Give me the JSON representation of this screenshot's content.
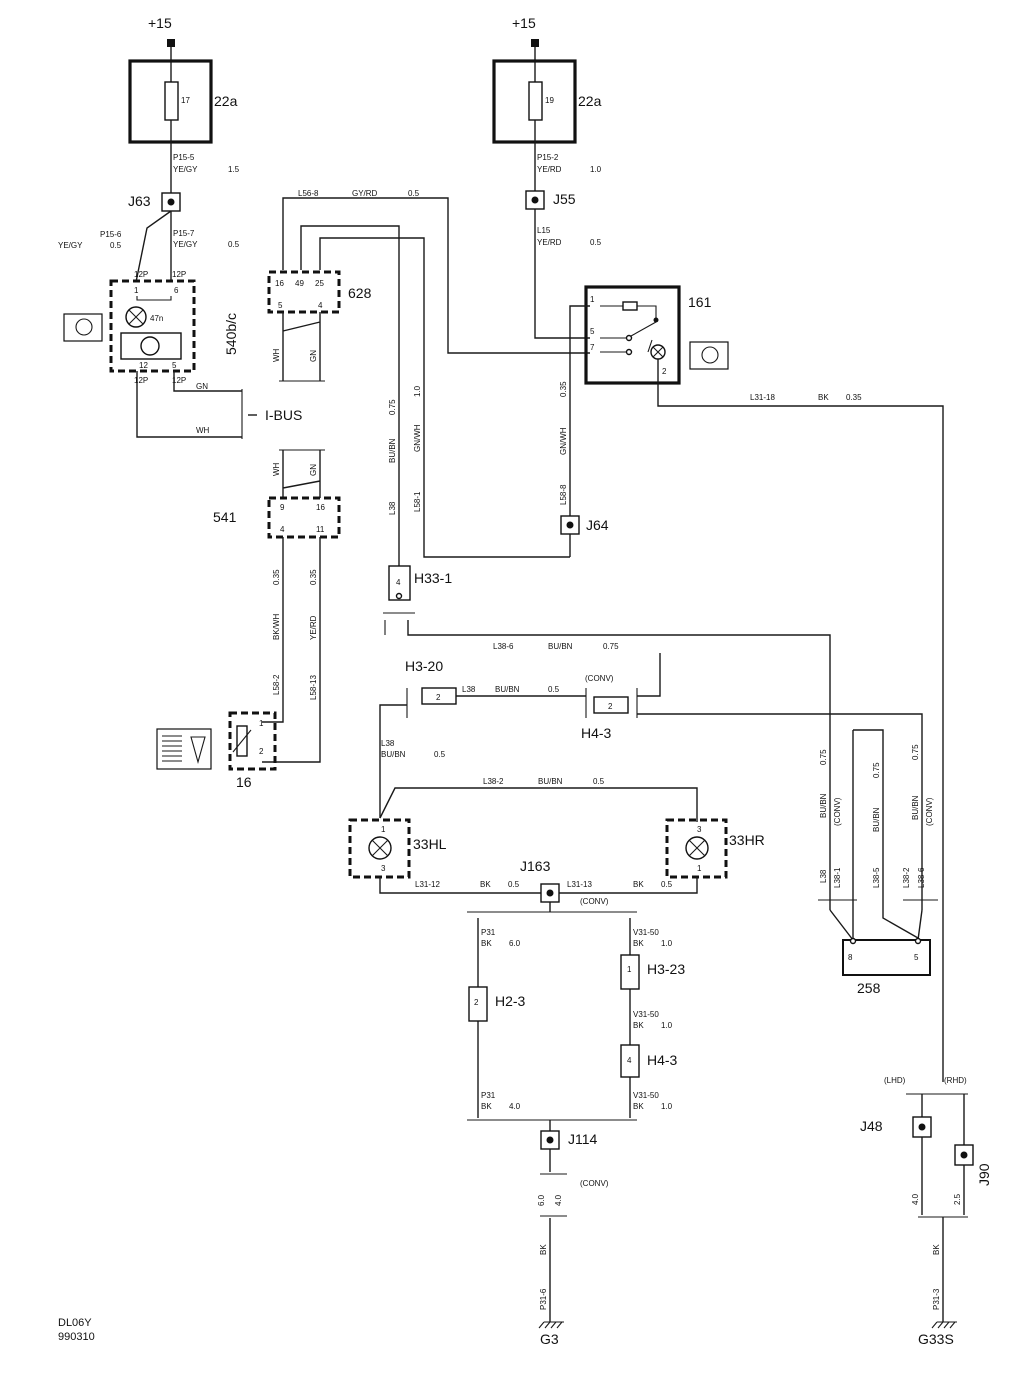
{
  "labels": {
    "plus15_left": "+15",
    "plus15_right": "+15",
    "fuse_left_num": "17",
    "fuse_left_name": "22a",
    "fuse_right_num": "19",
    "fuse_right_name": "22a",
    "p15_5": "P15-5",
    "p15_5_col": "YE/GY",
    "p15_5_size": "1.5",
    "p15_2": "P15-2",
    "p15_2_col": "YE/RD",
    "p15_2_size": "1.0",
    "j63": "J63",
    "j55": "J55",
    "p15_6": "P15-6",
    "p15_6_col": "YE/GY",
    "p15_6_size": "0.5",
    "p15_7": "P15-7",
    "p15_7_col": "YE/GY",
    "p15_7_size": "0.5",
    "l15": "L15",
    "l15_col": "YE/RD",
    "l15_size": "0.5",
    "l56_8": "L56-8",
    "l56_8_col": "GY/RD",
    "l56_8_size": "0.5",
    "c628": "628",
    "c161": "161",
    "c540": "540b/c",
    "c541": "541",
    "c16": "16",
    "pin_12p_a": "12P",
    "pin_12p_b": "12P",
    "pin_12p_c": "12P",
    "pin_12p_d": "12P",
    "pin_1": "1",
    "pin_6": "6",
    "pin_12": "12",
    "pin_5": "5",
    "lamp_47n": "47n",
    "p628_16": "16",
    "p628_49": "49",
    "p628_25": "25",
    "p628_5": "5",
    "p628_4": "4",
    "p161_1": "1",
    "p161_5": "5",
    "p161_7": "7",
    "p161_2": "2",
    "ibus": "I-BUS",
    "gn": "GN",
    "wh": "WH",
    "wh_628": "WH",
    "gn_628": "GN",
    "wh_541": "WH",
    "gn_541": "GN",
    "p541_9": "9",
    "p541_16": "16",
    "p541_4": "4",
    "p541_11": "11",
    "l31_18": "L31-18",
    "l31_18_col": "BK",
    "l31_18_size": "0.35",
    "w075": "0.75",
    "w10": "1.0",
    "bubn": "BU/BN",
    "gnwh": "GN/WH",
    "l38": "L38",
    "l58_1": "L58-1",
    "w035_161": "0.35",
    "gnwh_161": "GN/WH",
    "l58_8": "L58-8",
    "j64": "J64",
    "h33_1": "H33-1",
    "h33_1_pin": "4",
    "w035_a": "0.35",
    "w035_b": "0.35",
    "bkwh": "BK/WH",
    "yerd": "YE/RD",
    "l58_2": "L58-2",
    "l58_13": "L58-13",
    "p16_1": "1",
    "p16_2": "2",
    "l38_6": "L38-6",
    "l38_6_col": "BU/BN",
    "l38_6_size": "0.75",
    "h3_20": "H3-20",
    "h3_20_pin": "2",
    "l38_b": "L38",
    "bubn_b": "BU/BN",
    "size_b": "0.5",
    "conv_a": "(CONV)",
    "h4_3a_pin": "2",
    "h4_3a": "H4-3",
    "l38_c": "L38",
    "bubn_c": "BU/BN",
    "size_c": "0.5",
    "l38_2": "L38-2",
    "l38_2_col": "BU/BN",
    "l38_2_size": "0.5",
    "c33hl": "33HL",
    "c33hr": "33HR",
    "hl_1": "1",
    "hl_3": "3",
    "hr_3": "3",
    "hr_1": "1",
    "j163": "J163",
    "l31_12": "L31-12",
    "bk_a": "BK",
    "size_a": "0.5",
    "l31_13": "L31-13",
    "bk_b": "BK",
    "size_bb": "0.5",
    "conv_b": "(CONV)",
    "p31_a": "P31",
    "bk60": "BK",
    "size60": "6.0",
    "v31_50a": "V31-50",
    "bk10a": "BK",
    "size10a": "1.0",
    "h3_23": "H3-23",
    "h3_23_pin": "1",
    "h2_3": "H2-3",
    "h2_3_pin": "2",
    "v31_50b": "V31-50",
    "bk10b": "BK",
    "size10b": "1.0",
    "h4_3b": "H4-3",
    "h4_3b_pin": "4",
    "p31_b": "P31",
    "bk40": "BK",
    "size40": "4.0",
    "v31_50c": "V31-50",
    "bk10c": "BK",
    "size10c": "1.0",
    "j114": "J114",
    "conv_c": "(CONV)",
    "s60": "6.0",
    "s40": "4.0",
    "bk_g3": "BK",
    "p31_6": "P31-6",
    "g3": "G3",
    "r075a": "0.75",
    "r075b": "0.75",
    "r075c": "0.75",
    "rbubn_a": "BU/BN",
    "rconv_a": "(CONV)",
    "rbubn_b": "BU/BN",
    "rbubn_c": "BU/BN",
    "rconv_c": "(CONV)",
    "rl38": "L38",
    "rl38_1": "L38-1",
    "rl38_5": "L38-5",
    "rl38_2": "L38-2",
    "rl38_6": "L38-6",
    "c258": "258",
    "p258_8": "8",
    "p258_5": "5",
    "lhd": "(LHD)",
    "rhd": "(RHD)",
    "j48": "J48",
    "j90": "J90",
    "s40r": "4.0",
    "s25r": "2.5",
    "bk_g33": "BK",
    "p31_3": "P31-3",
    "g33s": "G33S",
    "doc_id": "DL06Y",
    "doc_date": "990310"
  }
}
